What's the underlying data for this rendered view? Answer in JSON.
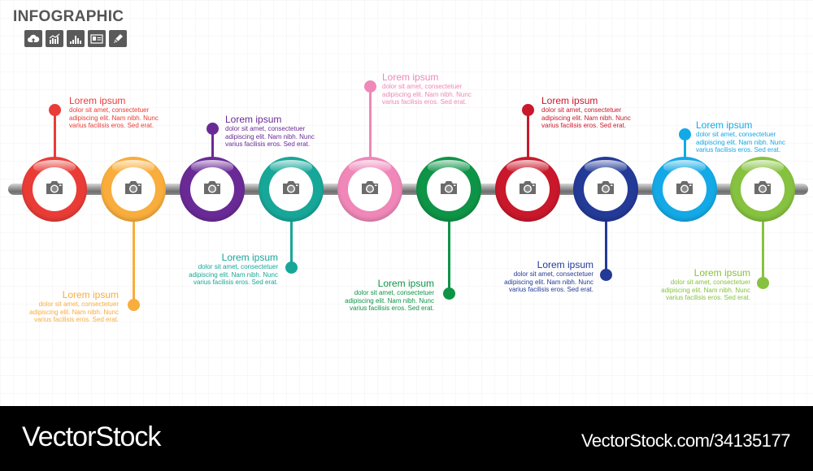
{
  "header": {
    "title": "INFOGRAPHIC",
    "icons": [
      "cloud-upload-icon",
      "growth-chart-icon",
      "bar-chart-icon",
      "id-card-icon",
      "pen-tool-icon"
    ]
  },
  "timeline": {
    "icon": "camera-icon",
    "rod_color": "#8a8a8a",
    "steps": [
      {
        "index": 1,
        "color": "#ea3c37",
        "position": "top",
        "title": "Lorem ipsum",
        "body": [
          "dolor sit amet, consectetuer",
          "adipiscing elit. Nam nibh. Nunc",
          "varius facilisis eros. Sed erat."
        ]
      },
      {
        "index": 2,
        "color": "#f9ad3c",
        "position": "bottom",
        "title": "Lorem ipsum",
        "body": [
          "dolor sit amet, consectetuer",
          "adipiscing elit. Nam nibh. Nunc",
          "varius facilisis eros. Sed erat."
        ]
      },
      {
        "index": 3,
        "color": "#6a2a96",
        "position": "top",
        "title": "Lorem ipsum",
        "body": [
          "dolor sit amet, consectetuer",
          "adipiscing elit. Nam nibh. Nunc",
          "varius facilisis eros. Sed erat."
        ]
      },
      {
        "index": 4,
        "color": "#17a799",
        "position": "bottom",
        "title": "Lorem ipsum",
        "body": [
          "dolor sit amet, consectetuer",
          "adipiscing elit. Nam nibh. Nunc",
          "varius facilisis eros. Sed erat."
        ]
      },
      {
        "index": 5,
        "color": "#ef87b8",
        "position": "top",
        "title": "Lorem ipsum",
        "body": [
          "dolor sit amet, consectetuer",
          "adipiscing elit. Nam nibh. Nunc",
          "varius facilisis eros. Sed erat."
        ]
      },
      {
        "index": 6,
        "color": "#0e9446",
        "position": "bottom",
        "title": "Lorem ipsum",
        "body": [
          "dolor sit amet, consectetuer",
          "adipiscing elit. Nam nibh. Nunc",
          "varius facilisis eros. Sed erat."
        ]
      },
      {
        "index": 7,
        "color": "#c9182b",
        "position": "top",
        "title": "Lorem ipsum",
        "body": [
          "dolor sit amet, consectetuer",
          "adipiscing elit. Nam nibh. Nunc",
          "varius facilisis eros. Sed erat."
        ]
      },
      {
        "index": 8,
        "color": "#233a97",
        "position": "bottom",
        "title": "Lorem ipsum",
        "body": [
          "dolor sit amet, consectetuer",
          "adipiscing elit. Nam nibh. Nunc",
          "varius facilisis eros. Sed erat."
        ]
      },
      {
        "index": 9,
        "color": "#13a9e6",
        "position": "top",
        "title": "Lorem ipsum",
        "body": [
          "dolor sit amet, consectetuer",
          "adipiscing elit. Nam nibh. Nunc",
          "varius facilisis eros. Sed erat."
        ]
      },
      {
        "index": 10,
        "color": "#86c23f",
        "position": "bottom",
        "title": "Lorem ipsum",
        "body": [
          "dolor sit amet, consectetuer",
          "adipiscing elit. Nam nibh. Nunc",
          "varius facilisis eros. Sed erat."
        ]
      }
    ]
  },
  "footer": {
    "brand": "VectorStock",
    "reference": "VectorStock.com/34135177"
  }
}
